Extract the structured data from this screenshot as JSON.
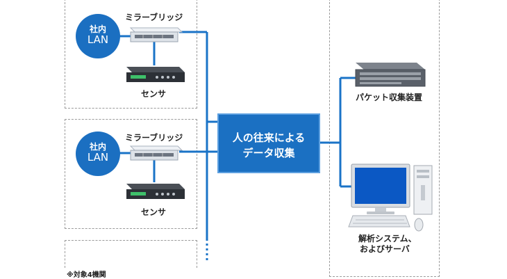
{
  "sites": [
    {
      "lan_line1": "社内",
      "lan_line2": "LAN",
      "mirror_label": "ミラーブリッジ",
      "sensor_label": "センサ"
    },
    {
      "lan_line1": "社内",
      "lan_line2": "LAN",
      "mirror_label": "ミラーブリッジ",
      "sensor_label": "センサ"
    }
  ],
  "center": {
    "line1": "人の往来による",
    "line2": "データ収集"
  },
  "collector_label": "パケット収集装置",
  "analysis_label_line1": "解析システム、",
  "analysis_label_line2": "およびサーバ",
  "footnote": "※対象4機関",
  "colors": {
    "lan_blue": "#1b6fc1",
    "line_blue": "#1a73c7",
    "center_blue": "#1b70c2"
  }
}
